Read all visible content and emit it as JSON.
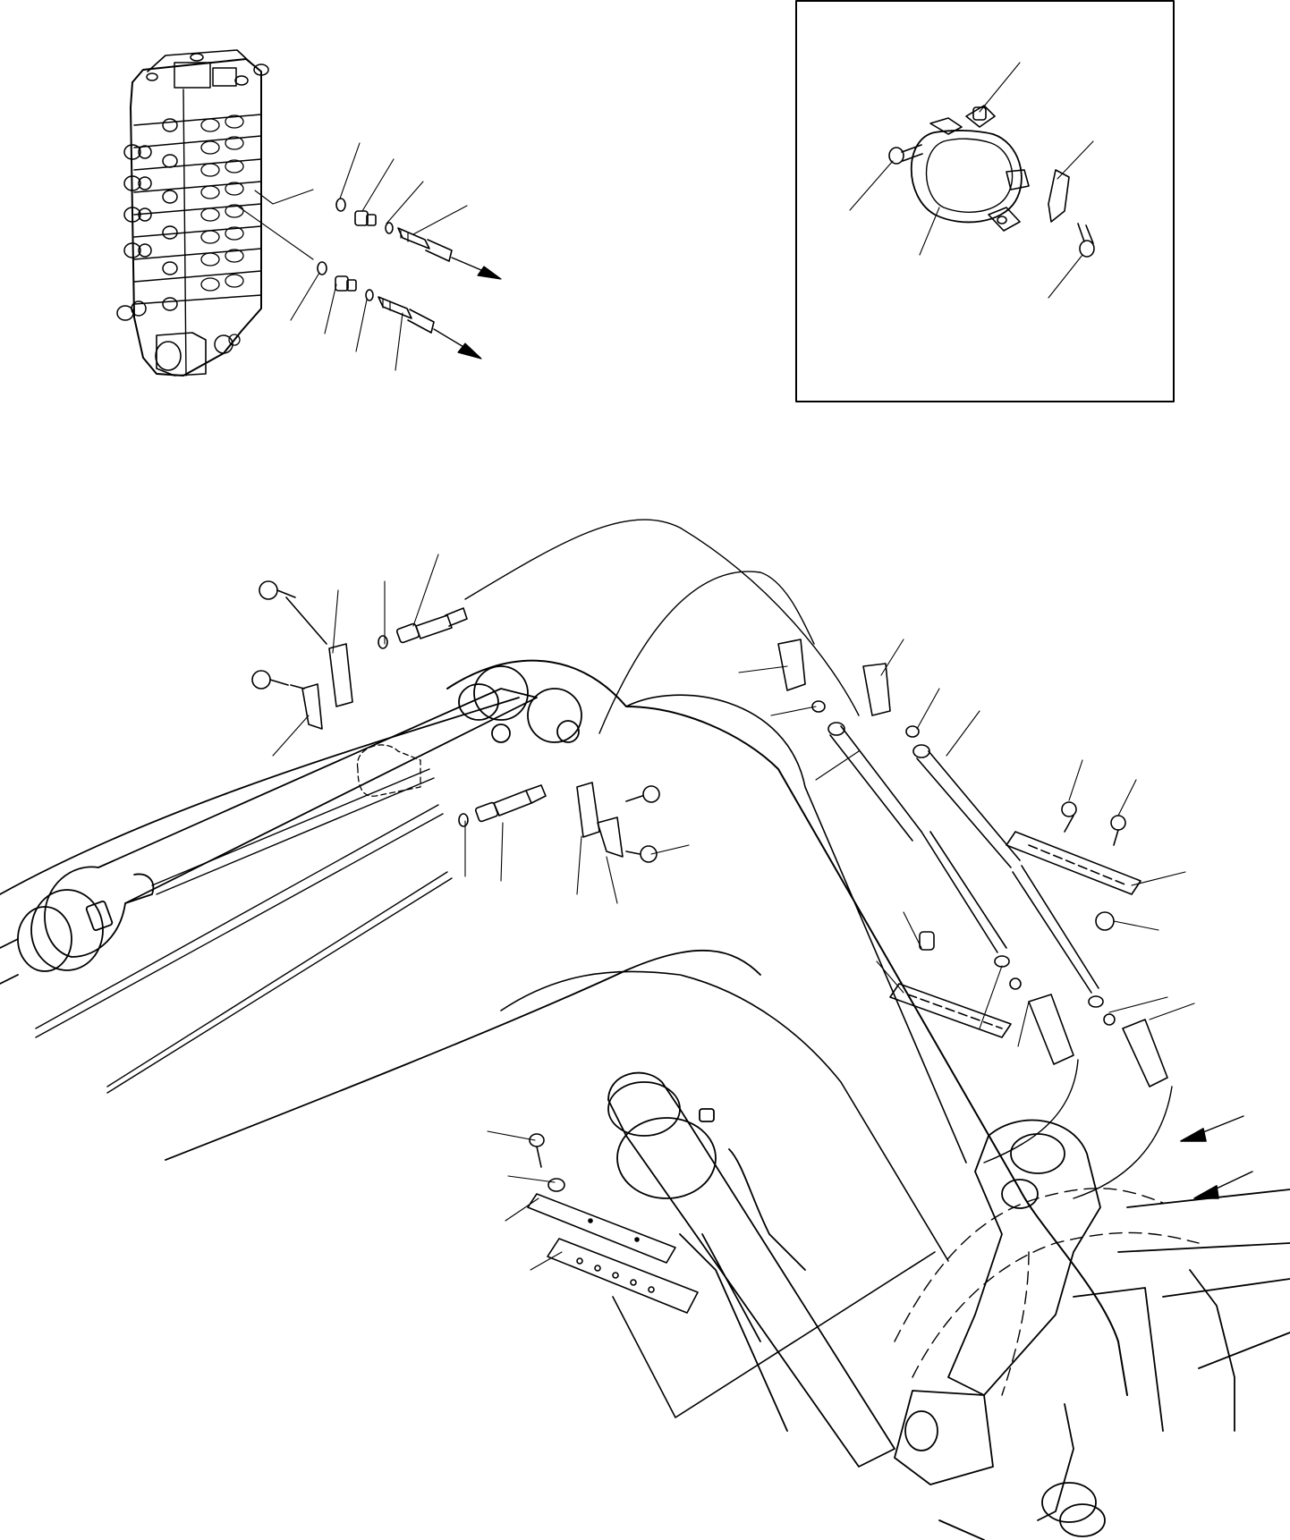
{
  "figure": {
    "kind": "exploded parts drawing",
    "printed_text": [],
    "ink_color": "#000000",
    "paper_color": "#ffffff"
  },
  "views": {
    "control_valve": "control-valve-assembly",
    "clamp_detail": "clamp-detail-inset",
    "boom_routing": "boom-hose-routing"
  }
}
